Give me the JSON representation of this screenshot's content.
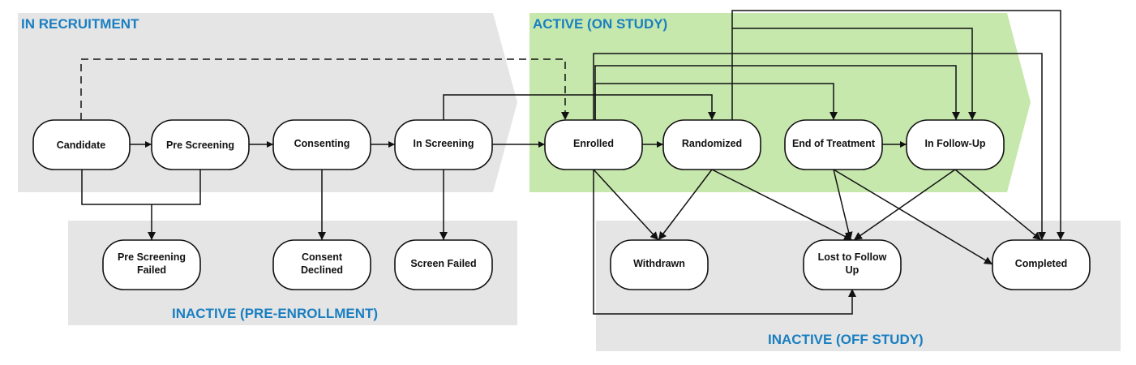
{
  "diagram": {
    "title": "Clinical study subject status workflow",
    "colors": {
      "region_gray": "#e5e5e5",
      "region_green": "#c7e8ad",
      "label_blue": "#1a7fc1",
      "node_fill": "#ffffff",
      "stroke": "#111111"
    },
    "regions": [
      {
        "id": "in-recruitment",
        "label": "IN RECRUITMENT"
      },
      {
        "id": "active-on-study",
        "label": "ACTIVE (ON STUDY)"
      },
      {
        "id": "inactive-pre-enrollment",
        "label": "INACTIVE (PRE-ENROLLMENT)"
      },
      {
        "id": "inactive-off-study",
        "label": "INACTIVE (OFF STUDY)"
      }
    ],
    "nodes": [
      {
        "id": "candidate",
        "lines": [
          "Candidate"
        ]
      },
      {
        "id": "pre-screening",
        "lines": [
          "Pre Screening"
        ]
      },
      {
        "id": "consenting",
        "lines": [
          "Consenting"
        ]
      },
      {
        "id": "in-screening",
        "lines": [
          "In Screening"
        ]
      },
      {
        "id": "enrolled",
        "lines": [
          "Enrolled"
        ]
      },
      {
        "id": "randomized",
        "lines": [
          "Randomized"
        ]
      },
      {
        "id": "end-of-treatment",
        "lines": [
          "End of Treatment"
        ]
      },
      {
        "id": "in-follow-up",
        "lines": [
          "In Follow-Up"
        ]
      },
      {
        "id": "pre-screening-failed",
        "lines": [
          "Pre Screening",
          "Failed"
        ]
      },
      {
        "id": "consent-declined",
        "lines": [
          "Consent",
          "Declined"
        ]
      },
      {
        "id": "screen-failed",
        "lines": [
          "Screen Failed"
        ]
      },
      {
        "id": "withdrawn",
        "lines": [
          "Withdrawn"
        ]
      },
      {
        "id": "lost-to-follow-up",
        "lines": [
          "Lost to Follow",
          "Up"
        ]
      },
      {
        "id": "completed",
        "lines": [
          "Completed"
        ]
      }
    ],
    "edges": [
      {
        "from": "candidate",
        "to": "pre-screening",
        "style": "solid"
      },
      {
        "from": "pre-screening",
        "to": "consenting",
        "style": "solid"
      },
      {
        "from": "consenting",
        "to": "in-screening",
        "style": "solid"
      },
      {
        "from": "in-screening",
        "to": "enrolled",
        "style": "solid"
      },
      {
        "from": "enrolled",
        "to": "randomized",
        "style": "solid"
      },
      {
        "from": "end-of-treatment",
        "to": "in-follow-up",
        "style": "solid"
      },
      {
        "from": "candidate",
        "to": "enrolled",
        "style": "dashed"
      },
      {
        "from": "in-screening",
        "to": "randomized",
        "style": "solid"
      },
      {
        "from": "candidate",
        "to": "pre-screening-failed",
        "style": "solid"
      },
      {
        "from": "pre-screening",
        "to": "pre-screening-failed",
        "style": "solid"
      },
      {
        "from": "consenting",
        "to": "consent-declined",
        "style": "solid"
      },
      {
        "from": "in-screening",
        "to": "screen-failed",
        "style": "solid"
      },
      {
        "from": "enrolled",
        "to": "end-of-treatment",
        "style": "solid"
      },
      {
        "from": "enrolled",
        "to": "in-follow-up",
        "style": "solid"
      },
      {
        "from": "enrolled",
        "to": "completed",
        "style": "solid"
      },
      {
        "from": "randomized",
        "to": "in-follow-up",
        "style": "solid"
      },
      {
        "from": "randomized",
        "to": "completed",
        "style": "solid"
      },
      {
        "from": "enrolled",
        "to": "withdrawn",
        "style": "solid"
      },
      {
        "from": "randomized",
        "to": "withdrawn",
        "style": "solid"
      },
      {
        "from": "randomized",
        "to": "lost-to-follow-up",
        "style": "solid"
      },
      {
        "from": "enrolled",
        "to": "lost-to-follow-up",
        "style": "solid"
      },
      {
        "from": "end-of-treatment",
        "to": "lost-to-follow-up",
        "style": "solid"
      },
      {
        "from": "end-of-treatment",
        "to": "completed",
        "style": "solid"
      },
      {
        "from": "in-follow-up",
        "to": "lost-to-follow-up",
        "style": "solid"
      },
      {
        "from": "in-follow-up",
        "to": "completed",
        "style": "solid"
      }
    ]
  }
}
